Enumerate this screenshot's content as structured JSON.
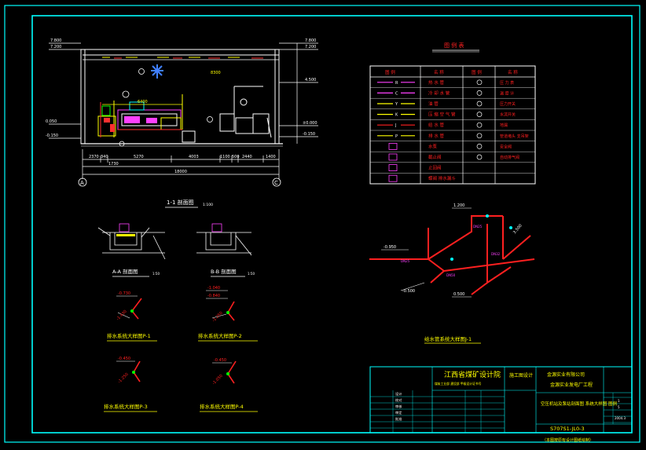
{
  "legend": {
    "title": "图 例 表",
    "headers": [
      "图 例",
      "名 称",
      "图 例",
      "名 称"
    ],
    "left": [
      {
        "code": "R",
        "name": "热 水 管"
      },
      {
        "code": "C",
        "name": "冷 却 水 管"
      },
      {
        "code": "Y",
        "name": "油 管"
      },
      {
        "code": "K",
        "name": "压 缩 空 气 管"
      },
      {
        "code": "J",
        "name": "给 水 管"
      },
      {
        "code": "P",
        "name": "排 水 管"
      },
      {
        "code": "",
        "name": "水泵"
      },
      {
        "code": "",
        "name": "截止阀"
      },
      {
        "code": "",
        "name": "止回阀"
      },
      {
        "code": "",
        "name": "蝶阀 排水漏斗"
      }
    ],
    "right": [
      {
        "name": "压 力 表"
      },
      {
        "name": "温 度 计"
      },
      {
        "name": "压力开关"
      },
      {
        "name": "水流开关"
      },
      {
        "name": "地漏"
      },
      {
        "name": "管道堵头 支吊架"
      },
      {
        "name": "安全阀"
      },
      {
        "name": "自动排气阀"
      }
    ]
  },
  "section": {
    "title": "1-1 剖面图",
    "scale": "1:100",
    "axis_left": "A",
    "axis_right": "C",
    "total": "18000",
    "dims": [
      "2370",
      "340",
      "5270",
      "4003",
      "1100",
      "500",
      "2440",
      "1400"
    ],
    "sub_dims": [
      "1730"
    ],
    "inner_dim": "6400",
    "top_dim": "8300",
    "left_levels": [
      "7.800",
      "7.200",
      "0.050",
      "-0.150"
    ],
    "right_levels": [
      "7.800",
      "7.200",
      "4.500",
      "±0.000",
      "-0.150"
    ]
  },
  "details": {
    "aa_title": "A-A 剖面图",
    "aa_scale": "1:50",
    "bb_title": "B-B 剖面图",
    "bb_scale": "1:50",
    "p1_title": "排水系统大样图P-1",
    "p1_levels": [
      "-0.730",
      "-1.430"
    ],
    "p2_title": "排水系统大样图P-2",
    "p2_levels": [
      "-1.040",
      "-0.840",
      "-1.250"
    ],
    "p3_title": "排水系统大样图P-3",
    "p3_levels": [
      "-0.450",
      "-1.250"
    ],
    "p4_title": "排水系统大样图P-4",
    "p4_levels": [
      "-0.450",
      "-1.050"
    ]
  },
  "iso": {
    "title": "给水管系统大样图J-1",
    "levels": [
      "1.200",
      "-0.950",
      "-0.500",
      "0.500",
      "3.500"
    ],
    "notes": [
      "DN25",
      "DN50",
      "DN32",
      "DN25"
    ]
  },
  "title_block": {
    "company": "江西省煤矿设计院",
    "company_sub": "煤炭工业部 建设部 甲级设计证书号",
    "phase": "施工图设计",
    "client": "金源实业有限公司",
    "project": "金源实业发电厂工程",
    "drawing_title": "空压机站及泵站剖面图 系统大样图 图例",
    "drawing_no": "S707S1-JL0-3",
    "footer_note": "（本图按原有设计图纸绘制）",
    "sheet_info": [
      "1",
      "5",
      "2004.3"
    ],
    "roles": [
      "设计",
      "校对",
      "审核",
      "审定",
      "批准"
    ]
  }
}
